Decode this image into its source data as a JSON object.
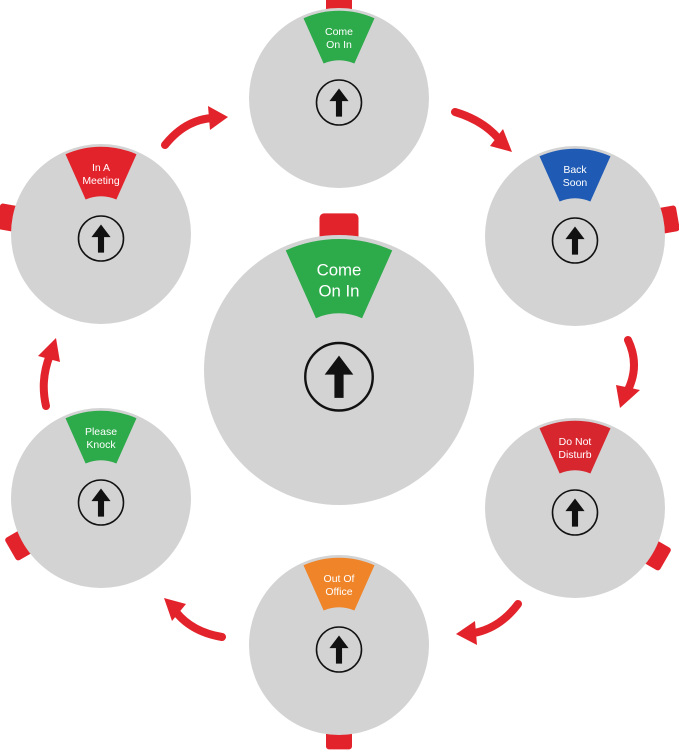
{
  "colors": {
    "dial_face": "#d3d3d3",
    "tab_red": "#e3232b",
    "arrow_red": "#e3232b",
    "arrow_black": "#111111",
    "label_text": "#ffffff"
  },
  "center_dial": {
    "label_line1": "Come",
    "label_line2": "On In",
    "color": "#2daa4a",
    "icon": "up-arrow-icon"
  },
  "cycle_dials": [
    {
      "label_line1": "Come",
      "label_line2": "On In",
      "color": "#2daa4a",
      "icon": "up-arrow-icon"
    },
    {
      "label_line1": "Back",
      "label_line2": "Soon",
      "color": "#1f5bb5",
      "icon": "up-arrow-icon"
    },
    {
      "label_line1": "Do Not",
      "label_line2": "Disturb",
      "color": "#d8262f",
      "icon": "up-arrow-icon"
    },
    {
      "label_line1": "Out Of",
      "label_line2": "Office",
      "color": "#ef8428",
      "icon": "up-arrow-icon"
    },
    {
      "label_line1": "Please",
      "label_line2": "Knock",
      "color": "#2daa4a",
      "icon": "up-arrow-icon"
    },
    {
      "label_line1": "In A",
      "label_line2": "Meeting",
      "color": "#e3232b",
      "icon": "up-arrow-icon"
    }
  ],
  "cycle_arrow_icon": "curved-arrow-icon"
}
